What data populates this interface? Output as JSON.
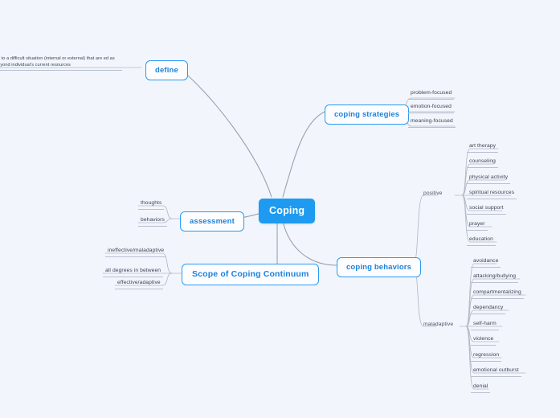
{
  "diagram": {
    "type": "mind-map",
    "background_color": "#f2f6fc",
    "accent_color": "#1e9bf0",
    "root_text_color": "#ffffff",
    "branch_text_color": "#1b82dc",
    "leaf_text_color": "#3b3f52",
    "edge_color": "#9aa0ad"
  },
  "root": {
    "label": "Coping"
  },
  "branches": {
    "define": {
      "label": "define",
      "children": [
        {
          "label": "se to a difficult situation (internal or external) that are ed as beyond individual's current resources"
        }
      ]
    },
    "coping_strategies": {
      "label": "coping strategies",
      "children": [
        {
          "label": "problem-focused"
        },
        {
          "label": "emotion-focused"
        },
        {
          "label": "meaning-focused"
        }
      ]
    },
    "coping_behaviors": {
      "label": "coping behaviors",
      "groups": [
        {
          "label": "positive",
          "children": [
            {
              "label": "art therapy"
            },
            {
              "label": "counseling"
            },
            {
              "label": "physical activity"
            },
            {
              "label": "spiritual resources"
            },
            {
              "label": "social support"
            },
            {
              "label": "prayer"
            },
            {
              "label": "education"
            }
          ]
        },
        {
          "label": "maladaptive",
          "children": [
            {
              "label": "avoidance"
            },
            {
              "label": "attacking/bullying"
            },
            {
              "label": "compartmentalizing"
            },
            {
              "label": "dependancy"
            },
            {
              "label": "self-harm"
            },
            {
              "label": "violence"
            },
            {
              "label": "regression"
            },
            {
              "label": "emotional outburst"
            },
            {
              "label": "denial"
            }
          ]
        }
      ]
    },
    "assessment": {
      "label": "assessment",
      "children": [
        {
          "label": "thoughts"
        },
        {
          "label": "behaviors"
        }
      ]
    },
    "scope": {
      "label": "Scope of Coping Continuum",
      "children": [
        {
          "label": "ineffective/maladaptive"
        },
        {
          "label": "all degrees in between"
        },
        {
          "label": "effective/adaptive"
        }
      ]
    }
  }
}
